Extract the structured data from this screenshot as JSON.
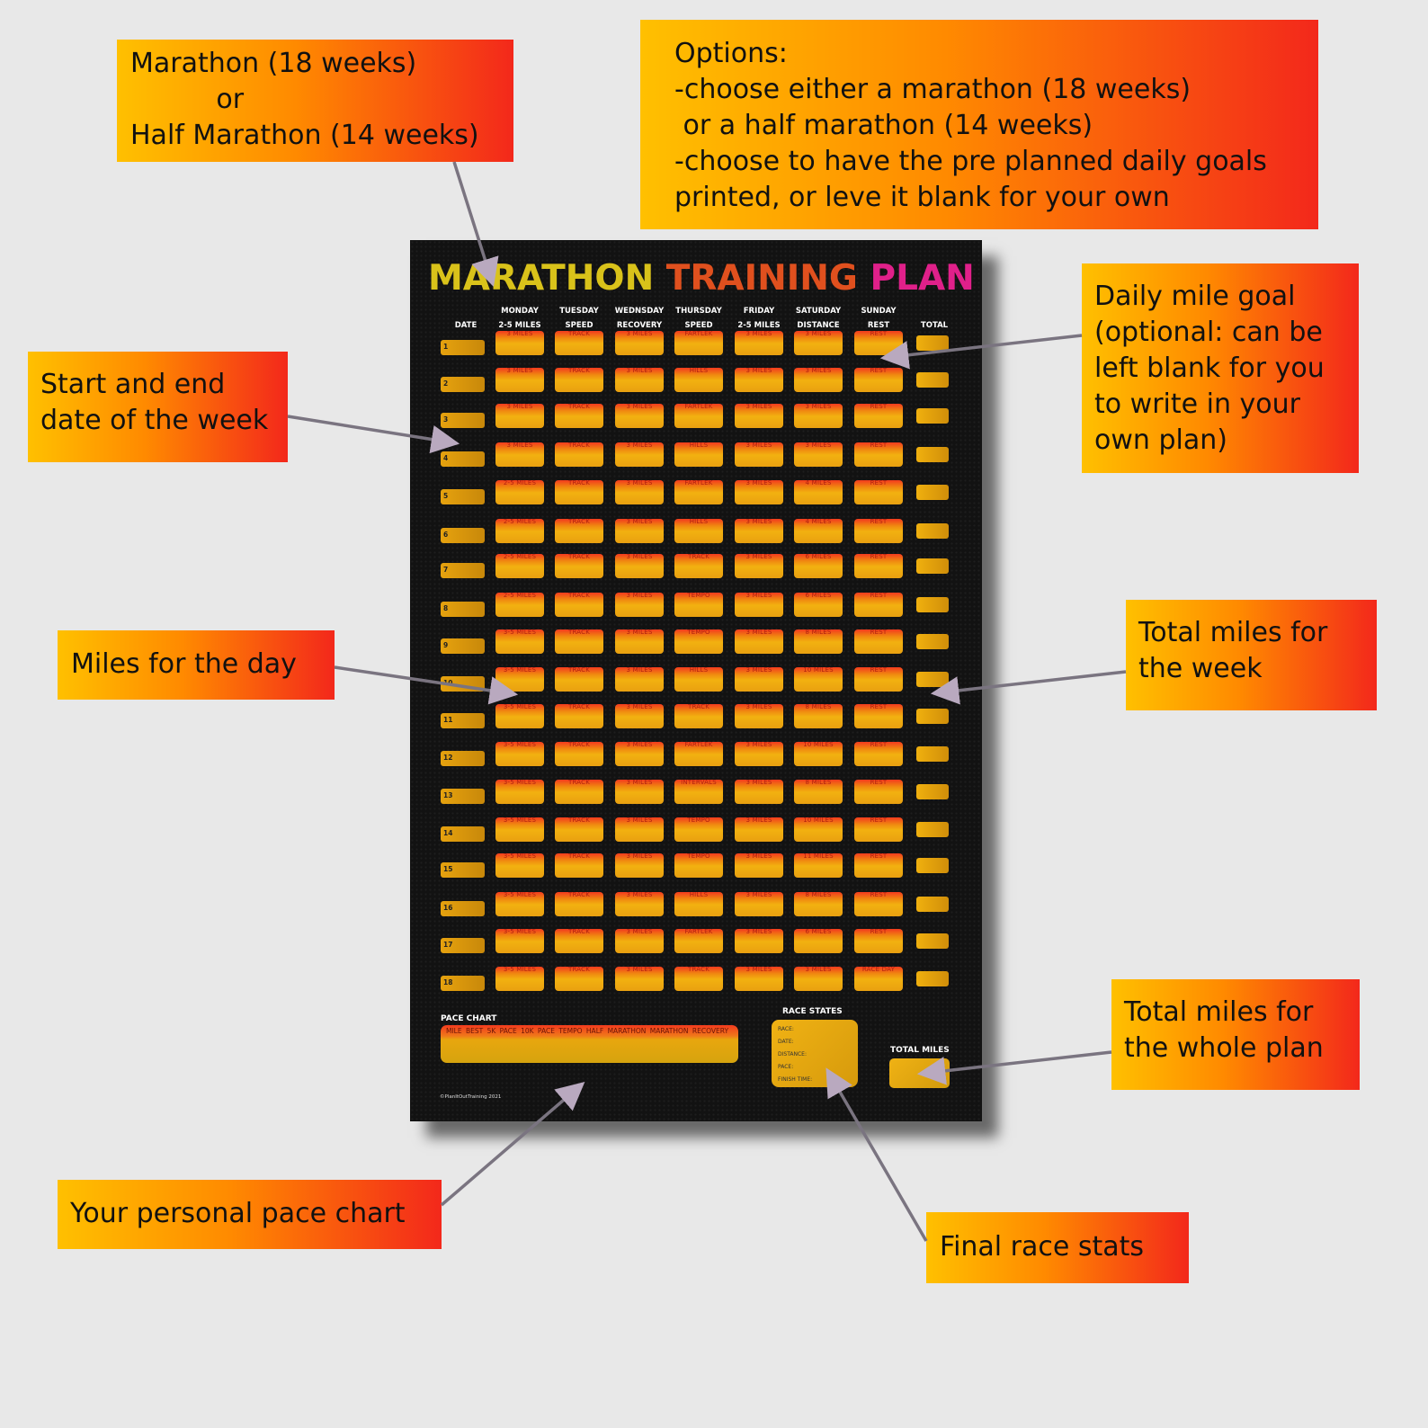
{
  "callouts": {
    "plan_length": "Marathon (18 weeks)\n          or\nHalf Marathon (14 weeks)",
    "options": "Options:\n-choose either a marathon (18 weeks)\n or a half marathon (14 weeks)\n-choose to have the pre planned daily goals\nprinted, or leve it blank for your own",
    "daily_goal": "Daily mile goal\n(optional: can be\nleft blank for you\nto write in your\nown plan)",
    "week_dates": "Start and end\ndate of the week",
    "day_miles": "Miles for the day",
    "week_total": "Total miles for\nthe week",
    "plan_total": "Total miles for\nthe whole plan",
    "pace_chart": "Your personal pace chart",
    "race_stats": "Final race stats"
  },
  "poster": {
    "title_1": "MARATHON",
    "title_2": "TRAINING",
    "title_3": "PLAN",
    "date_header": "DATE",
    "total_header": "TOTAL",
    "days": [
      {
        "name": "MONDAY",
        "sub": "2-5 MILES"
      },
      {
        "name": "TUESDAY",
        "sub": "SPEED"
      },
      {
        "name": "WEDNSDAY",
        "sub": "RECOVERY"
      },
      {
        "name": "THURSDAY",
        "sub": "SPEED"
      },
      {
        "name": "FRIDAY",
        "sub": "2-5 MILES"
      },
      {
        "name": "SATURDAY",
        "sub": "DISTANCE"
      },
      {
        "name": "SUNDAY",
        "sub": "REST"
      }
    ],
    "weeks": [
      {
        "n": "1",
        "goals": [
          "3 MILES",
          "TRACK",
          "3 MILES",
          "FARTLEK",
          "3 MILES",
          "3 MILES",
          "REST"
        ]
      },
      {
        "n": "2",
        "goals": [
          "3 MILES",
          "TRACK",
          "3 MILES",
          "HILLS",
          "3 MILES",
          "3 MILES",
          "REST"
        ]
      },
      {
        "n": "3",
        "goals": [
          "3 MILES",
          "TRACK",
          "3 MILES",
          "FARTLEK",
          "3 MILES",
          "3 MILES",
          "REST"
        ]
      },
      {
        "n": "4",
        "goals": [
          "3 MILES",
          "TRACK",
          "3 MILES",
          "HILLS",
          "3 MILES",
          "3 MILES",
          "REST"
        ]
      },
      {
        "n": "5",
        "goals": [
          "2-5 MILES",
          "TRACK",
          "3 MILES",
          "FARTLEK",
          "3 MILES",
          "4 MILES",
          "REST"
        ]
      },
      {
        "n": "6",
        "goals": [
          "2-5 MILES",
          "TRACK",
          "3 MILES",
          "HILLS",
          "3 MILES",
          "4 MILES",
          "REST"
        ]
      },
      {
        "n": "7",
        "goals": [
          "2-5 MILES",
          "TRACK",
          "3 MILES",
          "TRACK",
          "3 MILES",
          "6 MILES",
          "REST"
        ]
      },
      {
        "n": "8",
        "goals": [
          "2-5 MILES",
          "TRACK",
          "3 MILES",
          "TEMPO",
          "3 MILES",
          "6 MILES",
          "REST"
        ]
      },
      {
        "n": "9",
        "goals": [
          "3-5 MILES",
          "TRACK",
          "3 MILES",
          "TEMPO",
          "3 MILES",
          "8 MILES",
          "REST"
        ]
      },
      {
        "n": "10",
        "goals": [
          "3-5 MILES",
          "TRACK",
          "3 MILES",
          "HILLS",
          "3 MILES",
          "10 MILES",
          "REST"
        ]
      },
      {
        "n": "11",
        "goals": [
          "3-5 MILES",
          "TRACK",
          "3 MILES",
          "TRACK",
          "3 MILES",
          "8 MILES",
          "REST"
        ]
      },
      {
        "n": "12",
        "goals": [
          "3-5 MILES",
          "TRACK",
          "3 MILES",
          "FARTLEK",
          "3 MILES",
          "10 MILES",
          "REST"
        ]
      },
      {
        "n": "13",
        "goals": [
          "3-5 MILES",
          "TRACK",
          "3 MILES",
          "INTERVALS",
          "3 MILES",
          "8 MILES",
          "REST"
        ]
      },
      {
        "n": "14",
        "goals": [
          "3-5 MILES",
          "TRACK",
          "3 MILES",
          "TEMPO",
          "3 MILES",
          "10 MILES",
          "REST"
        ]
      },
      {
        "n": "15",
        "goals": [
          "3-5 MILES",
          "TRACK",
          "3 MILES",
          "TEMPO",
          "3 MILES",
          "11 MILES",
          "REST"
        ]
      },
      {
        "n": "16",
        "goals": [
          "3-5 MILES",
          "TRACK",
          "3 MILES",
          "HILLS",
          "3 MILES",
          "8 MILES",
          "REST"
        ]
      },
      {
        "n": "17",
        "goals": [
          "3-5 MILES",
          "TRACK",
          "3 MILES",
          "FARTLEK",
          "3 MILES",
          "6 MILES",
          "REST"
        ]
      },
      {
        "n": "18",
        "goals": [
          "3-5 MILES",
          "TRACK",
          "3 MILES",
          "TRACK",
          "3 MILES",
          "3 MILES",
          "RACE DAY"
        ]
      }
    ],
    "pace_chart_title": "PACE CHART",
    "pace_labels": "MILE BEST   5K PACE   10K PACE   TEMPO   HALF MARATHON   MARATHON   RECOVERY",
    "race_stats_title": "RACE STATES",
    "race_fields": [
      "RACE:",
      "DATE:",
      "DISTANCE:",
      "PACE:",
      "FINISH TIME:"
    ],
    "total_miles_title": "TOTAL MILES",
    "copyright": "©PlanItOutTraining 2021"
  }
}
